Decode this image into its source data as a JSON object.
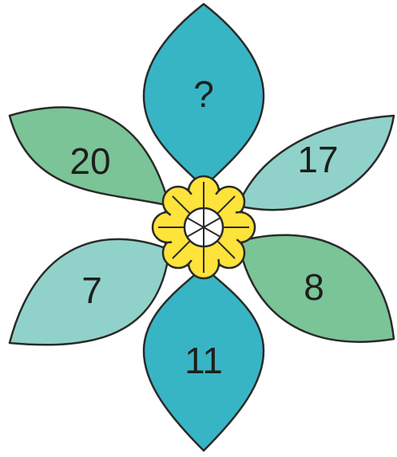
{
  "puzzle": {
    "colors": {
      "teal": "#38b5c4",
      "light_teal": "#90d2c9",
      "green": "#7bc497",
      "center_yellow": "#fde33a",
      "outline": "#2a2a2a",
      "hub": "#ffffff"
    },
    "petals": {
      "top": "?",
      "upper_right": "17",
      "lower_right": "8",
      "bottom": "11",
      "lower_left": "7",
      "upper_left": "20"
    }
  }
}
